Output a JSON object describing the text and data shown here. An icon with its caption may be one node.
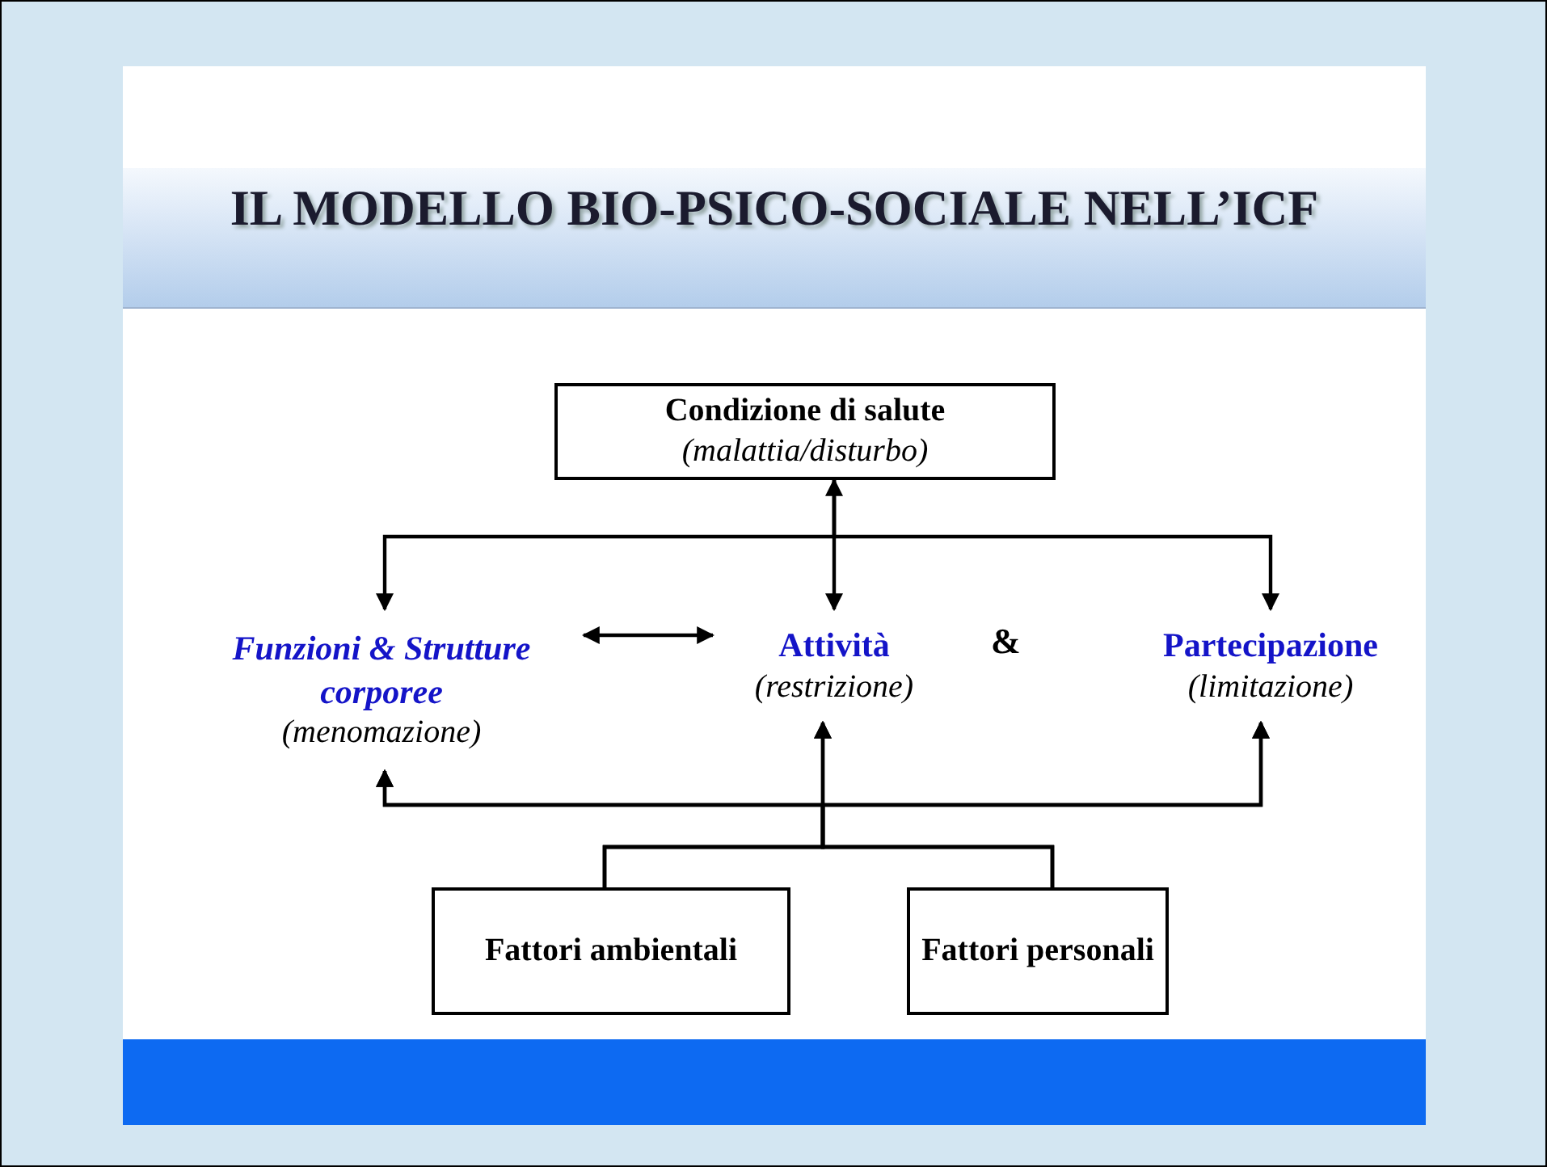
{
  "diagram": {
    "title": "IL MODELLO BIO-PSICO-SOCIALE NELL’ICF",
    "nodes": [
      {
        "text": [
          "Condizione di salute",
          "(malattia/disturbo)"
        ]
      },
      {
        "text": [
          "Funzioni & Strutture corporee",
          "(menomazione)"
        ]
      },
      {
        "text": [
          "Attività",
          "(restrizione)"
        ]
      },
      {
        "text": [
          "Partecipazione",
          "(limitazione)"
        ]
      },
      {
        "text": [
          "Fattori ambientali"
        ]
      },
      {
        "text": [
          "Fattori personali"
        ]
      }
    ],
    "edges": [
      {
        "from": 0,
        "to": 1,
        "arrow": "to"
      },
      {
        "from": 0,
        "to": 2,
        "arrow": "both"
      },
      {
        "from": 0,
        "to": 3,
        "arrow": "to"
      },
      {
        "from": 1,
        "to": 2,
        "arrow": "both"
      },
      {
        "from": 4,
        "to": 1,
        "arrow": "to"
      },
      {
        "from": 4,
        "to": 2,
        "arrow": "to"
      },
      {
        "from": 4,
        "to": 3,
        "arrow": "to"
      },
      {
        "from": 5,
        "to": 1,
        "arrow": "to"
      },
      {
        "from": 5,
        "to": 2,
        "arrow": "to"
      },
      {
        "from": 5,
        "to": 3,
        "arrow": "to"
      }
    ],
    "labels": [
      "&"
    ]
  }
}
